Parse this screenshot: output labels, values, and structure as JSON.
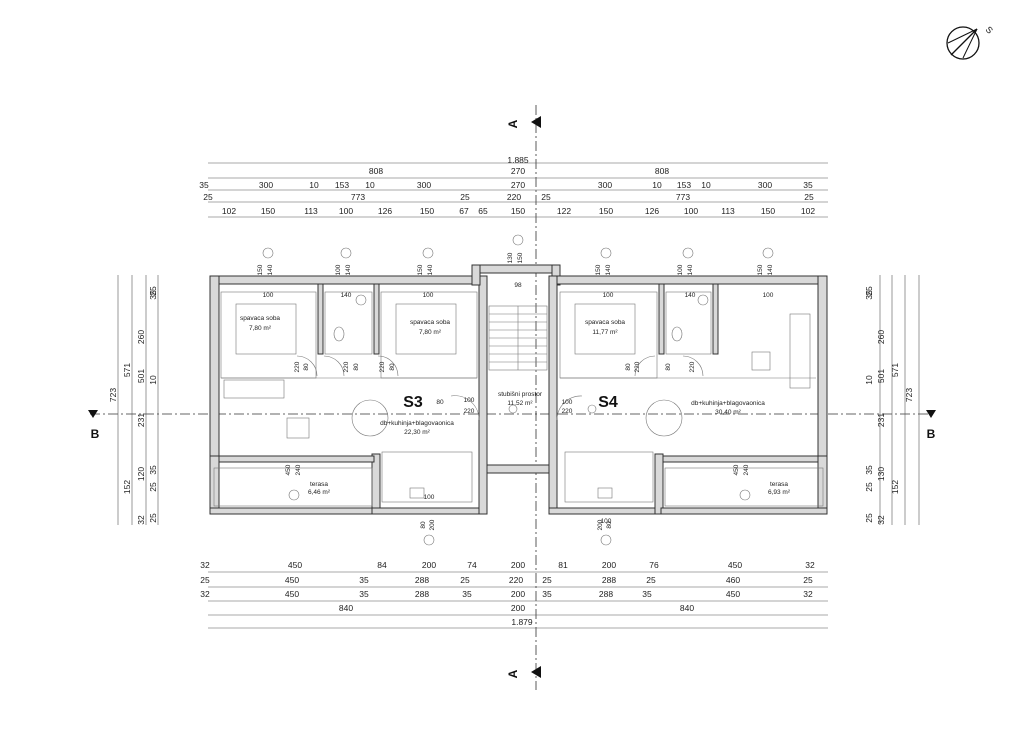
{
  "compass": {
    "label": "S"
  },
  "section_marks": {
    "a_top": "A",
    "a_bottom": "A",
    "b_left": "B",
    "b_right": "B"
  },
  "units": {
    "left": "S3",
    "right": "S4"
  },
  "rooms": {
    "s3_bed1": {
      "name": "spavaca soba",
      "area": "7,80 m²"
    },
    "s3_bed2": {
      "name": "spavaca soba",
      "area": "7,80 m²"
    },
    "s3_living": {
      "name": "db+kuhinja+blagovaonica",
      "area": "22,30 m²"
    },
    "s3_terrace": {
      "name": "terasa",
      "area": "6,46 m²"
    },
    "stair": {
      "name": "stubišni prostor",
      "area": "11,52 m²"
    },
    "s4_bed": {
      "name": "spavaca soba",
      "area": "11,77 m²"
    },
    "s4_living": {
      "name": "db+kuhinja+blagovaonica",
      "area": "30,40 m²"
    },
    "s4_terrace": {
      "name": "terasa",
      "area": "6,93 m²"
    }
  },
  "dims_top": [
    [
      "1.885"
    ],
    [
      "808",
      "270",
      "808"
    ],
    [
      "35",
      "300",
      "10",
      "153",
      "10",
      "300",
      "270",
      "300",
      "10",
      "153",
      "10",
      "300",
      "35"
    ],
    [
      "25",
      "773",
      "25",
      "220",
      "25",
      "773",
      "25"
    ],
    [
      "102",
      "150",
      "113",
      "100",
      "126",
      "150",
      "67",
      "65",
      "150",
      "122",
      "150",
      "126",
      "100",
      "113",
      "150",
      "102"
    ]
  ],
  "dims_bottom": [
    [
      "32",
      "450",
      "84",
      "200",
      "74",
      "200",
      "81",
      "200",
      "76",
      "450",
      "32"
    ],
    [
      "25",
      "450",
      "35",
      "288",
      "25",
      "220",
      "25",
      "288",
      "25",
      "460",
      "25"
    ],
    [
      "32",
      "450",
      "35",
      "288",
      "35",
      "200",
      "35",
      "288",
      "35",
      "450",
      "32"
    ],
    [
      "840",
      "200",
      "840"
    ],
    [
      "1.879"
    ]
  ],
  "dims_left": [
    [
      "723"
    ],
    [
      "571",
      "152"
    ],
    [
      "260",
      "501",
      "231",
      "120",
      "32"
    ],
    [
      "35",
      "25",
      "10",
      "35",
      "25",
      "25"
    ]
  ],
  "dims_right": [
    [
      "723"
    ],
    [
      "571",
      "152"
    ],
    [
      "260",
      "501",
      "231",
      "130",
      "32"
    ],
    [
      "35",
      "25",
      "10",
      "35",
      "25",
      "25"
    ]
  ],
  "window_tags": [
    "100",
    "140",
    "100",
    "98",
    "100",
    "140",
    "100",
    "100",
    "100"
  ],
  "door_tags": [
    "80",
    "220",
    "80",
    "220",
    "80",
    "220",
    "80",
    "100",
    "220",
    "100",
    "220",
    "80",
    "220",
    "80",
    "220",
    "450",
    "240",
    "450",
    "240"
  ],
  "elev_tags": [
    "150",
    "140",
    "100",
    "140",
    "150",
    "140",
    "130",
    "150",
    "150",
    "140",
    "100",
    "140",
    "150",
    "140",
    "80",
    "200",
    "200",
    "80"
  ]
}
